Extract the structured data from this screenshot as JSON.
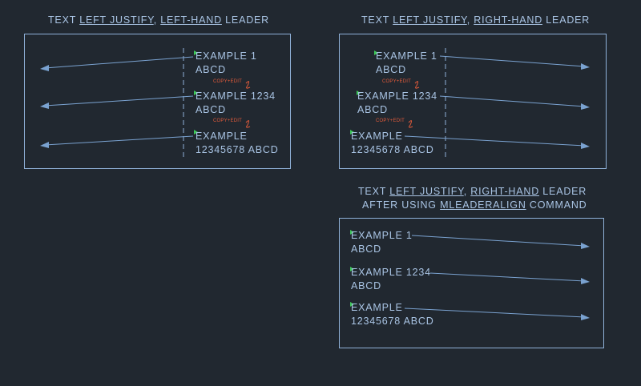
{
  "panels": [
    {
      "title_parts": [
        "TEXT ",
        "LEFT JUSTIFY",
        ", ",
        "LEFT-HAND",
        " LEADER"
      ],
      "labels": [
        {
          "line1": "EXAMPLE 1",
          "line2": "ABCD"
        },
        {
          "line1": "EXAMPLE 1234",
          "line2": "ABCD"
        },
        {
          "line1": "EXAMPLE",
          "line2": "12345678 ABCD"
        }
      ],
      "notes": [
        "COPY+EDIT",
        "COPY+EDIT"
      ]
    },
    {
      "title_parts": [
        "TEXT ",
        "LEFT JUSTIFY",
        ", ",
        "RIGHT-HAND",
        " LEADER"
      ],
      "labels": [
        {
          "line1": "EXAMPLE 1",
          "line2": "ABCD"
        },
        {
          "line1": "EXAMPLE 1234",
          "line2": "ABCD"
        },
        {
          "line1": "EXAMPLE",
          "line2": "12345678 ABCD"
        }
      ],
      "notes": [
        "COPY+EDIT",
        "COPY+EDIT"
      ]
    },
    {
      "title_parts": [
        "TEXT ",
        "LEFT JUSTIFY",
        ", ",
        "RIGHT-HAND",
        " LEADER"
      ],
      "title_line2_parts": [
        "AFTER USING ",
        "MLEADERALIGN",
        " COMMAND"
      ],
      "labels": [
        {
          "line1": "EXAMPLE 1",
          "line2": "ABCD"
        },
        {
          "line1": "EXAMPLE 1234",
          "line2": "ABCD"
        },
        {
          "line1": "EXAMPLE",
          "line2": "12345678 ABCD"
        }
      ]
    }
  ],
  "colors": {
    "background": "#212830",
    "text": "#a9c4e4",
    "frame": "#8fb1d8",
    "leader": "#7aa2d0",
    "grip": "#3fc95a",
    "note": "#e05a3a"
  }
}
